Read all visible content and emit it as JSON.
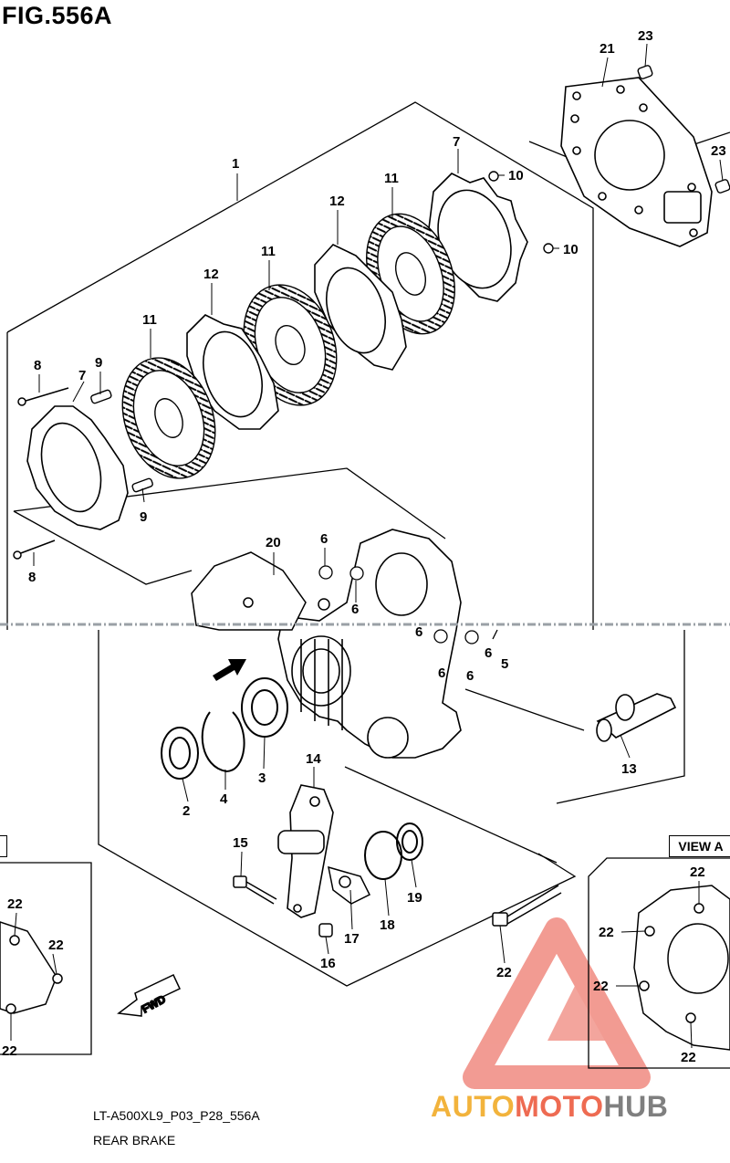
{
  "figure": {
    "title": "FIG.556A"
  },
  "view_label": "VIEW A",
  "footer": {
    "code": "LT-A500XL9_P03_P28_556A",
    "name": "REAR BRAKE"
  },
  "direction_arrow": "FWD",
  "watermark": {
    "part1": "AUTO",
    "part2": "MOTO",
    "part3": "HUB",
    "colors": {
      "auto": "#f2b33c",
      "moto": "#ee6b52",
      "hub": "#7f7f7f",
      "triangle": "#f08a80"
    }
  },
  "callouts": [
    "1",
    "2",
    "3",
    "4",
    "5",
    "6",
    "7",
    "8",
    "9",
    "10",
    "11",
    "12",
    "13",
    "14",
    "15",
    "16",
    "17",
    "18",
    "19",
    "20",
    "21",
    "22",
    "23"
  ],
  "labels": {
    "c1": "1",
    "c21": "21",
    "c23a": "23",
    "c23b": "23",
    "c7a": "7",
    "c10a": "10",
    "c11a": "11",
    "c12a": "12",
    "c10b": "10",
    "c11b": "11",
    "c12b": "12",
    "c11c": "11",
    "c8a": "8",
    "c9a": "9",
    "c7b": "7",
    "c9b": "9",
    "c8b": "8",
    "c20": "20",
    "c6a": "6",
    "c6b": "6",
    "c6c": "6",
    "c6d": "6",
    "c6e": "6",
    "c6f": "6",
    "c5": "5",
    "c13": "13",
    "c14": "14",
    "c3": "3",
    "c4": "4",
    "c2": "2",
    "c15": "15",
    "c19": "19",
    "c18": "18",
    "c17": "17",
    "c16": "16",
    "c22a": "22",
    "c22b": "22",
    "c22c": "22",
    "c22d": "22",
    "c22e": "22",
    "c22f": "22",
    "c22g": "22",
    "c22h": "22"
  }
}
